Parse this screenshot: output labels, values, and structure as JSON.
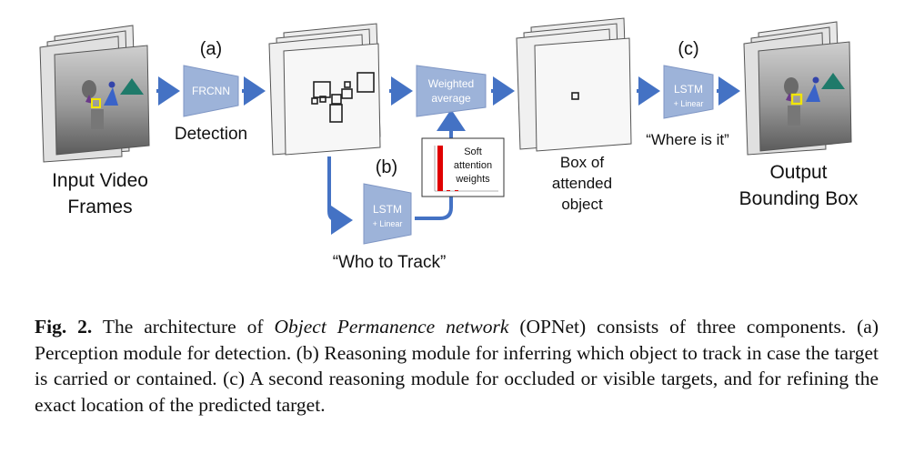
{
  "figure": {
    "input_label_line1": "Input Video",
    "input_label_line2": "Frames",
    "module_a_tag": "(a)",
    "frcnn_label": "FRCNN",
    "detection_label": "Detection",
    "module_b_tag": "(b)",
    "lstm_b_label": "LSTM",
    "lstm_b_sub": "+ Linear",
    "who_to_track": "“Who to Track”",
    "weighted_line1": "Weighted",
    "weighted_line2": "average",
    "soft_line1": "Soft",
    "soft_line2": "attention",
    "soft_line3": "weights",
    "box_label_line1": "Box of",
    "box_label_line2": "attended",
    "box_label_line3": "object",
    "module_c_tag": "(c)",
    "lstm_c_label": "LSTM",
    "lstm_c_sub": "+ Linear",
    "where_is_it": "“Where is it”",
    "output_label_line1": "Output",
    "output_label_line2": "Bounding Box",
    "colors": {
      "arrow": "#4472c4",
      "trapezoid": "#9db3d9",
      "attention_bar": "#e00000",
      "highlight": "#f2e600"
    }
  },
  "caption": {
    "fig_number": "Fig. 2.",
    "text_1": " The architecture of ",
    "italic_name": "Object Permanence network",
    "text_2": " (OPNet) consists of three components. (a) Perception module for detection. (b) Reasoning module for inferring which object to track in case the target is carried or contained. (c) A second reasoning module for occluded or visible targets, and for refining the exact location of the predicted target."
  }
}
